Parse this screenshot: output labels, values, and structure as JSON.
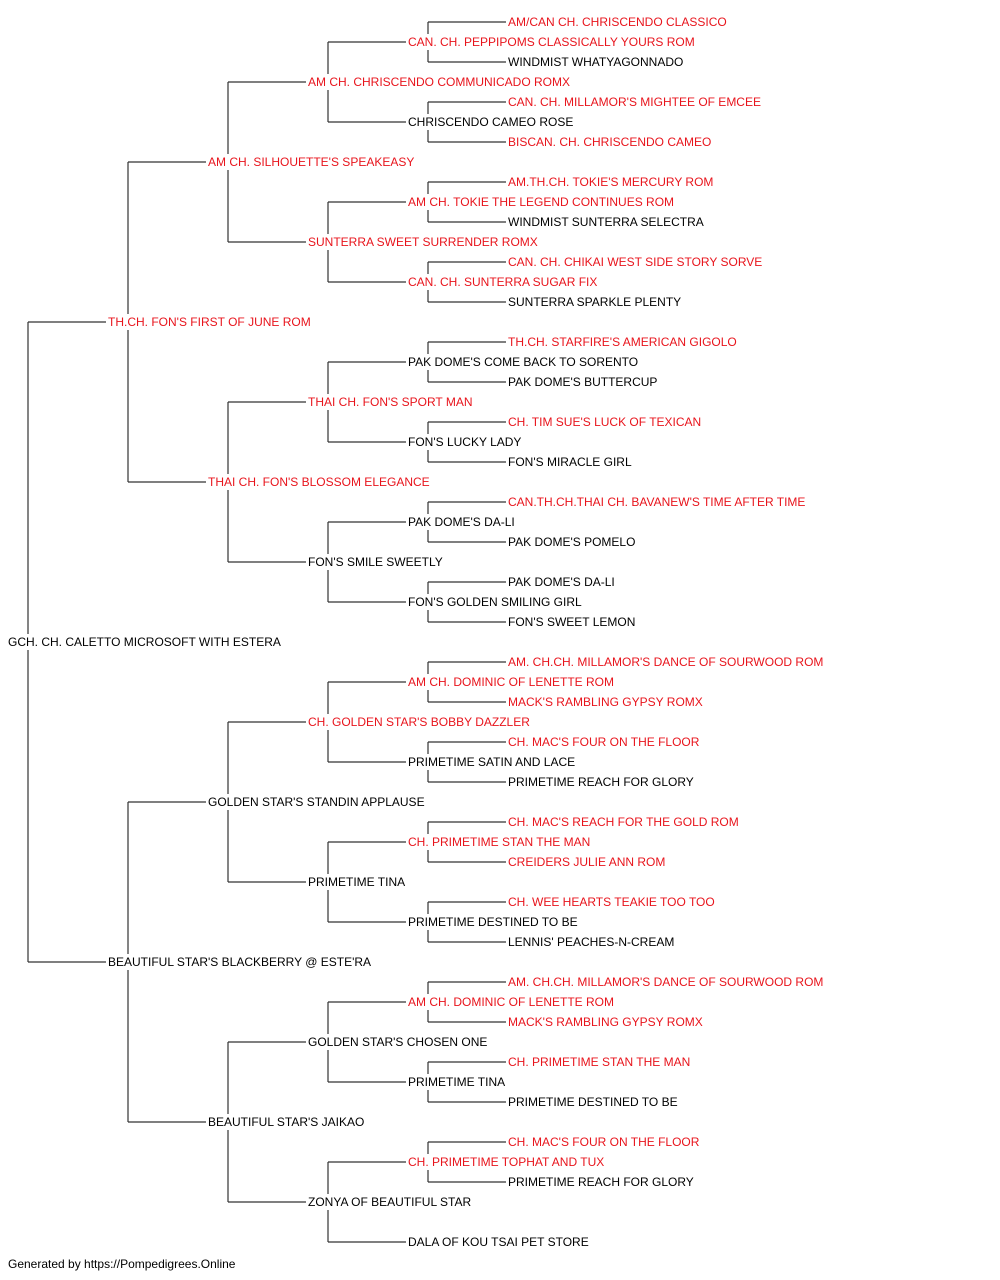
{
  "colors": {
    "titled": "#e8141c",
    "plain": "#000000",
    "line": "#333333"
  },
  "pedigree": {
    "name": "GCH. CH. CALETTO MICROSOFT WITH ESTERA",
    "titled": false,
    "sire": {
      "name": "TH.CH. FON'S FIRST OF JUNE ROM",
      "titled": true,
      "sire": {
        "name": "AM CH. SILHOUETTE'S SPEAKEASY",
        "titled": true,
        "sire": {
          "name": "AM CH. CHRISCENDO COMMUNICADO ROMX",
          "titled": true,
          "sire": {
            "name": "CAN. CH. PEPPIPOMS CLASSICALLY YOURS ROM",
            "titled": true,
            "sire": {
              "name": "AM/CAN CH. CHRISCENDO CLASSICO",
              "titled": true
            },
            "dam": {
              "name": "WINDMIST WHATYAGONNADO",
              "titled": false
            }
          },
          "dam": {
            "name": "CHRISCENDO CAMEO ROSE",
            "titled": false,
            "sire": {
              "name": "CAN. CH. MILLAMOR'S MIGHTEE OF EMCEE",
              "titled": true
            },
            "dam": {
              "name": "BISCAN. CH. CHRISCENDO CAMEO",
              "titled": true
            }
          }
        },
        "dam": {
          "name": "SUNTERRA SWEET SURRENDER ROMX",
          "titled": true,
          "sire": {
            "name": "AM CH. TOKIE THE LEGEND CONTINUES ROM",
            "titled": true,
            "sire": {
              "name": "AM.TH.CH. TOKIE'S MERCURY ROM",
              "titled": true
            },
            "dam": {
              "name": "WINDMIST SUNTERRA SELECTRA",
              "titled": false
            }
          },
          "dam": {
            "name": "CAN. CH. SUNTERRA SUGAR FIX",
            "titled": true,
            "sire": {
              "name": "CAN. CH. CHIKAI WEST SIDE STORY SORVE",
              "titled": true
            },
            "dam": {
              "name": "SUNTERRA SPARKLE PLENTY",
              "titled": false
            }
          }
        }
      },
      "dam": {
        "name": "THAI CH. FON'S BLOSSOM ELEGANCE",
        "titled": true,
        "sire": {
          "name": "THAI CH. FON'S SPORT MAN",
          "titled": true,
          "sire": {
            "name": "PAK DOME'S COME BACK TO SORENTO",
            "titled": false,
            "sire": {
              "name": "TH.CH. STARFIRE'S AMERICAN GIGOLO",
              "titled": true
            },
            "dam": {
              "name": "PAK DOME'S BUTTERCUP",
              "titled": false
            }
          },
          "dam": {
            "name": "FON'S LUCKY LADY",
            "titled": false,
            "sire": {
              "name": "CH. TIM SUE'S LUCK OF TEXICAN",
              "titled": true
            },
            "dam": {
              "name": "FON'S MIRACLE GIRL",
              "titled": false
            }
          }
        },
        "dam": {
          "name": "FON'S SMILE SWEETLY",
          "titled": false,
          "sire": {
            "name": "PAK DOME'S DA-LI",
            "titled": false,
            "sire": {
              "name": "CAN.TH.CH.THAI CH. BAVANEW'S TIME AFTER TIME",
              "titled": true
            },
            "dam": {
              "name": "PAK DOME'S POMELO",
              "titled": false
            }
          },
          "dam": {
            "name": "FON'S GOLDEN SMILING GIRL",
            "titled": false,
            "sire": {
              "name": "PAK DOME'S DA-LI",
              "titled": false
            },
            "dam": {
              "name": "FON'S SWEET LEMON",
              "titled": false
            }
          }
        }
      }
    },
    "dam": {
      "name": "BEAUTIFUL STAR'S BLACKBERRY @ ESTE'RA",
      "titled": false,
      "sire": {
        "name": "GOLDEN STAR'S STANDIN APPLAUSE",
        "titled": false,
        "sire": {
          "name": "CH. GOLDEN STAR'S BOBBY DAZZLER",
          "titled": true,
          "sire": {
            "name": "AM CH. DOMINIC OF LENETTE ROM",
            "titled": true,
            "sire": {
              "name": "AM. CH.CH. MILLAMOR'S DANCE OF SOURWOOD ROM",
              "titled": true
            },
            "dam": {
              "name": "MACK'S RAMBLING GYPSY ROMX",
              "titled": true
            }
          },
          "dam": {
            "name": "PRIMETIME SATIN AND LACE",
            "titled": false,
            "sire": {
              "name": "CH. MAC'S FOUR ON THE FLOOR",
              "titled": true
            },
            "dam": {
              "name": "PRIMETIME REACH FOR GLORY",
              "titled": false
            }
          }
        },
        "dam": {
          "name": "PRIMETIME TINA",
          "titled": false,
          "sire": {
            "name": "CH. PRIMETIME STAN THE MAN",
            "titled": true,
            "sire": {
              "name": "CH. MAC'S REACH FOR THE GOLD ROM",
              "titled": true
            },
            "dam": {
              "name": "CREIDERS JULIE ANN ROM",
              "titled": true
            }
          },
          "dam": {
            "name": "PRIMETIME DESTINED TO BE",
            "titled": false,
            "sire": {
              "name": "CH. WEE HEARTS TEAKIE TOO TOO",
              "titled": true
            },
            "dam": {
              "name": "LENNIS' PEACHES-N-CREAM",
              "titled": false
            }
          }
        }
      },
      "dam": {
        "name": "BEAUTIFUL STAR'S JAIKAO",
        "titled": false,
        "sire": {
          "name": "GOLDEN STAR'S CHOSEN ONE",
          "titled": false,
          "sire": {
            "name": "AM CH. DOMINIC OF LENETTE ROM",
            "titled": true,
            "sire": {
              "name": "AM. CH.CH. MILLAMOR'S DANCE OF SOURWOOD ROM",
              "titled": true
            },
            "dam": {
              "name": "MACK'S RAMBLING GYPSY ROMX",
              "titled": true
            }
          },
          "dam": {
            "name": "PRIMETIME TINA",
            "titled": false,
            "sire": {
              "name": "CH. PRIMETIME STAN THE MAN",
              "titled": true
            },
            "dam": {
              "name": "PRIMETIME DESTINED TO BE",
              "titled": false
            }
          }
        },
        "dam": {
          "name": "ZONYA OF BEAUTIFUL STAR",
          "titled": false,
          "sire": {
            "name": "CH. PRIMETIME TOPHAT AND TUX",
            "titled": true,
            "sire": {
              "name": "CH. MAC'S FOUR ON THE FLOOR",
              "titled": true
            },
            "dam": {
              "name": "PRIMETIME REACH FOR GLORY",
              "titled": false
            }
          },
          "dam": {
            "name": "DALA OF KOU TSAI PET STORE",
            "titled": false
          }
        }
      }
    }
  },
  "footer": "Generated by https://Pompedigrees.Online"
}
